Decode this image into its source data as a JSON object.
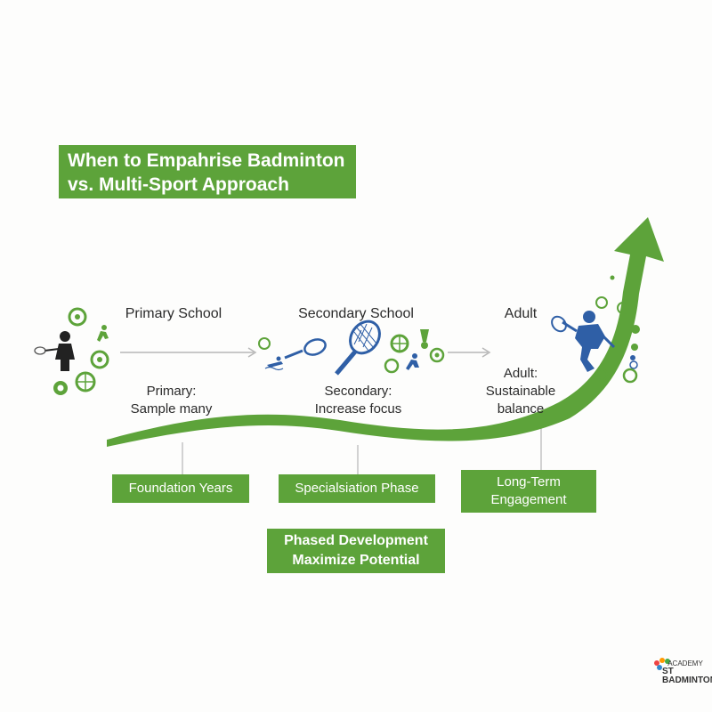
{
  "title_line1": "When to Empahrise Badminton",
  "title_line2": "vs. Multi-Sport Approach",
  "stages": {
    "primary": {
      "label": "Primary School",
      "note_line1": "Primary:",
      "note_line2": "Sample many"
    },
    "secondary": {
      "label": "Secondary School",
      "note_line1": "Secondary:",
      "note_line2": "Increase focus"
    },
    "adult": {
      "label": "Adult",
      "note_line1": "Adult:",
      "note_line2": "Sustainable",
      "note_line3": "balance"
    }
  },
  "phases": {
    "foundation": "Foundation Years",
    "specialisation": "Specialsiation Phase",
    "engagement_line1": "Long-Term",
    "engagement_line2": "Engagement"
  },
  "summary_line1": "Phased Development",
  "summary_line2": "Maximize Potential",
  "logo": {
    "line1": "ACADEMY",
    "line2": "ST",
    "line3": "BADMINTON"
  },
  "colors": {
    "green": "#5da33a",
    "blue": "#2f5fa6",
    "dark": "#2b2b2b"
  }
}
